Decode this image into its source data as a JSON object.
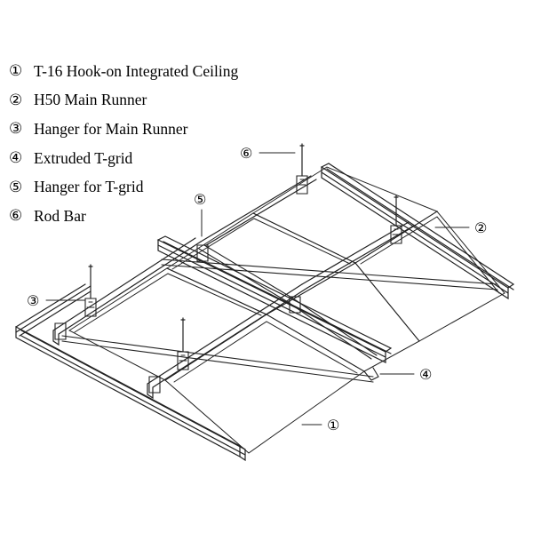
{
  "legend": [
    {
      "num": "①",
      "label": "T-16 Hook-on Integrated Ceiling"
    },
    {
      "num": "②",
      "label": "H50 Main Runner"
    },
    {
      "num": "③",
      "label": "Hanger for Main Runner"
    },
    {
      "num": "④",
      "label": "Extruded T-grid"
    },
    {
      "num": "⑤",
      "label": "Hanger for T-grid"
    },
    {
      "num": "⑥",
      "label": "Rod Bar"
    }
  ],
  "callouts": {
    "c1": "①",
    "c2": "②",
    "c3": "③",
    "c4": "④",
    "c5": "⑤",
    "c6": "⑥"
  }
}
